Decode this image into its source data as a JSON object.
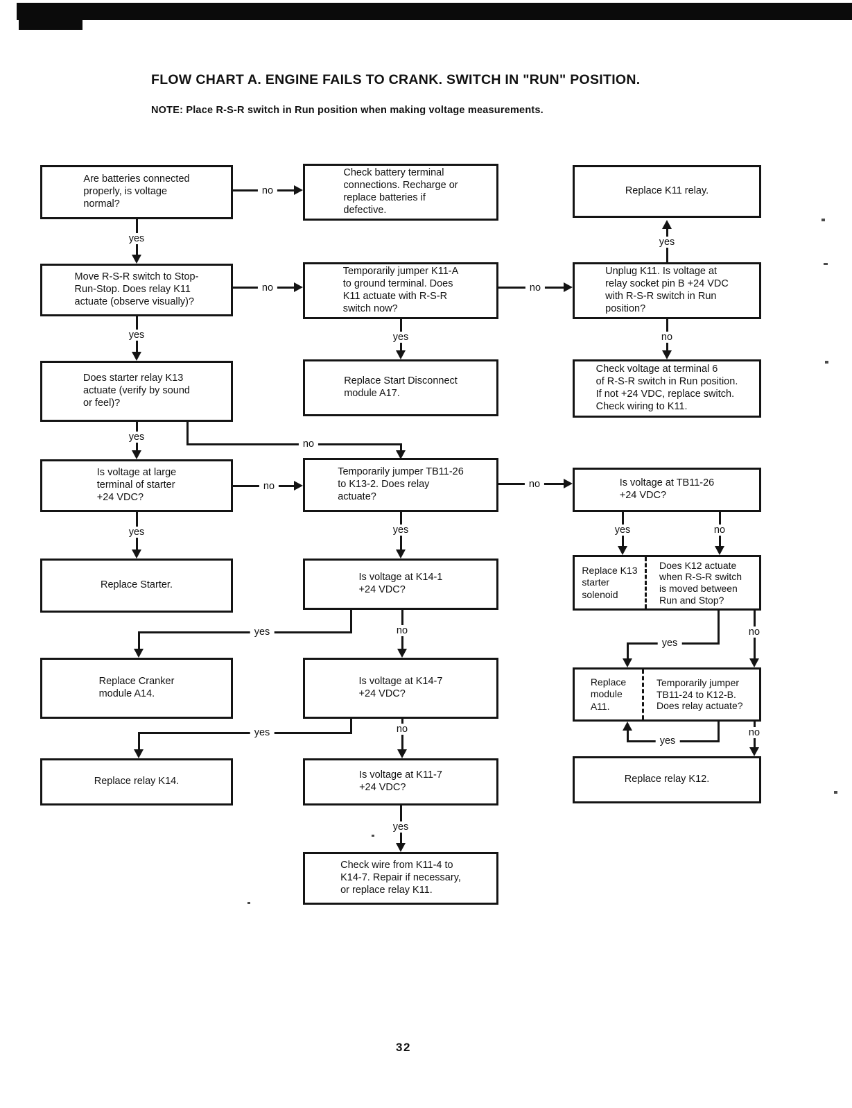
{
  "page": {
    "title": "FLOW CHART A. ENGINE FAILS TO CRANK. SWITCH IN \"RUN\" POSITION.",
    "note": "NOTE: Place R-S-R switch in Run position when making voltage measurements.",
    "page_number": "32"
  },
  "labels": {
    "yes": "yes",
    "no": "no"
  },
  "diagram": {
    "type": "flowchart",
    "nodes": {
      "l1": "Are batteries connected\nproperly, is voltage\nnormal?",
      "m1": "Check battery terminal\nconnections. Recharge or\nreplace batteries if\ndefective.",
      "r1": "Replace K11 relay.",
      "l2": "Move R-S-R switch to Stop-\nRun-Stop. Does relay K11\nactuate (observe visually)?",
      "m2": "Temporarily jumper K11-A\nto ground terminal. Does\nK11 actuate with R-S-R\nswitch now?",
      "r2": "Unplug K11. Is voltage at\nrelay socket pin B +24 VDC\nwith R-S-R switch in Run\nposition?",
      "l3": "Does starter relay K13\nactuate (verify by sound\nor feel)?",
      "m3": "Replace Start Disconnect\nmodule A17.",
      "r3": "Check voltage at terminal 6\nof R-S-R switch in Run position.\nIf not +24 VDC, replace switch.\nCheck wiring to K11.",
      "l4": "Is voltage at large\nterminal of starter\n+24 VDC?",
      "m4": "Temporarily jumper TB11-26\nto K13-2. Does relay\nactuate?",
      "r4": "Is voltage at TB11-26\n+24 VDC?",
      "l5": "Replace Starter.",
      "m5": "Is voltage at K14-1\n+24 VDC?",
      "r5a": "Replace K13\nstarter\nsolenoid",
      "r5b": "Does K12 actuate\nwhen R-S-R switch\nis moved between\nRun and Stop?",
      "l6": "Replace Cranker\nmodule A14.",
      "m6": "Is voltage at K14-7\n+24 VDC?",
      "r6a": "Replace\nmodule\nA11.",
      "r6b": "Temporarily jumper\nTB11-24 to K12-B.\nDoes relay actuate?",
      "l7": "Replace relay K14.",
      "m7": "Is voltage at K11-7\n+24 VDC?",
      "r7": "Replace relay K12.",
      "m8": "Check wire from K11-4 to\nK14-7. Repair if necessary,\nor replace relay K11."
    },
    "edges": [
      {
        "from": "l1",
        "to": "m1",
        "label": "no"
      },
      {
        "from": "l1",
        "to": "l2",
        "label": "yes"
      },
      {
        "from": "l2",
        "to": "m2",
        "label": "no"
      },
      {
        "from": "m2",
        "to": "r2",
        "label": "no"
      },
      {
        "from": "r2",
        "to": "r1",
        "label": "yes"
      },
      {
        "from": "l2",
        "to": "l3",
        "label": "yes"
      },
      {
        "from": "m2",
        "to": "m3",
        "label": "yes"
      },
      {
        "from": "r2",
        "to": "r3",
        "label": "no"
      },
      {
        "from": "l3",
        "to": "l4",
        "label": "yes"
      },
      {
        "from": "l3",
        "to": "m4",
        "label": "no"
      },
      {
        "from": "l4",
        "to": "m4",
        "label": "no"
      },
      {
        "from": "m4",
        "to": "r4",
        "label": "no"
      },
      {
        "from": "l4",
        "to": "l5",
        "label": "yes"
      },
      {
        "from": "m4",
        "to": "m5",
        "label": "yes"
      },
      {
        "from": "r4",
        "to": "r5a",
        "label": "yes"
      },
      {
        "from": "r4",
        "to": "r5b",
        "label": "no"
      },
      {
        "from": "m5",
        "to": "l6",
        "label": "yes"
      },
      {
        "from": "m5",
        "to": "m6",
        "label": "no"
      },
      {
        "from": "r5b",
        "to": "r6a",
        "label": "yes"
      },
      {
        "from": "r5b",
        "to": "r6b",
        "label": "no"
      },
      {
        "from": "m6",
        "to": "l7",
        "label": "yes"
      },
      {
        "from": "m6",
        "to": "m7",
        "label": "no"
      },
      {
        "from": "r6b",
        "to": "r6a",
        "label": "yes"
      },
      {
        "from": "r6b",
        "to": "r7",
        "label": "no"
      },
      {
        "from": "m7",
        "to": "m8",
        "label": "yes"
      }
    ]
  }
}
